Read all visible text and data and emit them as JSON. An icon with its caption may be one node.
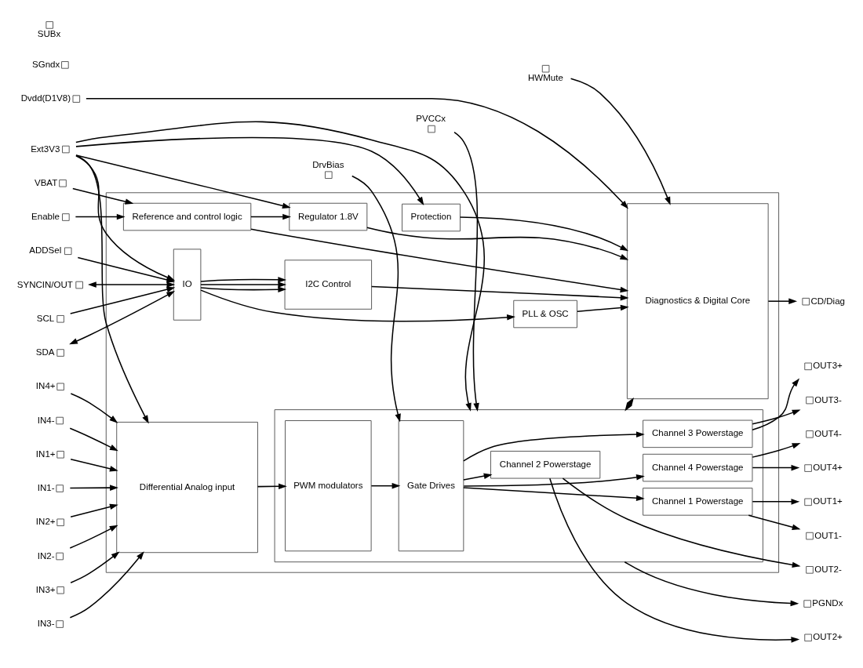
{
  "diagram": {
    "nodes": [
      {
        "text": [],
        "shape": "box"
      },
      {
        "text": [],
        "shape": "box",
        "in": 0
      },
      {
        "text": [
          "Differential Analog input"
        ],
        "in": 0
      },
      {
        "text": [
          "PWM modulators"
        ],
        "in": 1
      },
      {
        "text": [
          "Gate Drives"
        ],
        "in": 1
      },
      {
        "text": [
          "Channel 1 Powerstage"
        ],
        "in": 1
      },
      {
        "text": [
          "Channel 2 Powerstage"
        ],
        "in": 1
      },
      {
        "text": [
          "Channel 3 Powerstage"
        ],
        "in": 1
      },
      {
        "text": [
          "Channel 4 Powerstage"
        ],
        "in": 1
      },
      {
        "text": [
          "Reference and control logic"
        ],
        "in": 0
      },
      {
        "text": [
          "Protection"
        ],
        "in": 0
      },
      {
        "text": [
          "Regulator 1.8V"
        ],
        "in": 0
      },
      {
        "text": [
          "Diagnostics & Digital Core"
        ],
        "in": 0
      },
      {
        "text": [
          "PLL & OSC"
        ],
        "in": 0
      },
      {
        "text": [
          "IO"
        ],
        "in": 0
      },
      {
        "text": [
          "I2C Control"
        ],
        "in": 0
      },
      {
        "text": [
          "SGndx"
        ]
      },
      {
        "text": [
          "IN1+"
        ]
      },
      {
        "text": [
          "IN1-"
        ]
      },
      {
        "text": [
          "IN2+"
        ]
      },
      {
        "text": [
          "IN2-"
        ]
      },
      {
        "text": [
          "IN3+"
        ]
      },
      {
        "text": [
          "IN3-"
        ]
      },
      {
        "text": [
          "IN4+"
        ]
      },
      {
        "text": [
          "IN4-"
        ]
      },
      {
        "text": [
          "VBAT"
        ]
      },
      {
        "text": [
          "Enable"
        ]
      },
      {
        "text": [
          "Ext3V3"
        ]
      },
      {
        "text": [
          "Dvdd(D1V8)"
        ]
      },
      {
        "text": [
          "SYNCIN/OUT"
        ]
      },
      {
        "text": [
          "SCL"
        ]
      },
      {
        "text": [
          "SDA"
        ]
      },
      {
        "text": [
          "ADDSel"
        ]
      },
      {
        "text": [
          "DrvBias"
        ]
      },
      {
        "text": [
          "PVCCx"
        ]
      },
      {
        "text": [
          "OUT1+"
        ]
      },
      {
        "text": [
          "OUT1-"
        ]
      },
      {
        "text": [
          "OUT2+"
        ]
      },
      {
        "text": [
          "OUT2-"
        ]
      },
      {
        "text": [
          "OUT3+"
        ]
      },
      {
        "text": [
          "OUT3-"
        ]
      },
      {
        "text": [
          "OUT4+"
        ]
      },
      {
        "text": [
          "OUT4-"
        ]
      },
      {
        "text": [
          "PGNDx"
        ]
      },
      {
        "text": [
          "CD/Diag"
        ]
      },
      {
        "text": [
          "SUBx"
        ]
      },
      {
        "text": [
          "HWMute"
        ]
      }
    ],
    "edges": [
      {
        "from": 17,
        "to": 2,
        "arrow": "to"
      },
      {
        "from": 18,
        "to": 2,
        "arrow": "to"
      },
      {
        "from": 19,
        "to": 2,
        "arrow": "to"
      },
      {
        "from": 20,
        "to": 2,
        "arrow": "to"
      },
      {
        "from": 21,
        "to": 2,
        "arrow": "to"
      },
      {
        "from": 22,
        "to": 2,
        "arrow": "to"
      },
      {
        "from": 23,
        "to": 2,
        "arrow": "to"
      },
      {
        "from": 24,
        "to": 2,
        "arrow": "to"
      },
      {
        "from": 2,
        "to": 3,
        "arrow": "to"
      },
      {
        "from": 3,
        "to": 4,
        "arrow": "to"
      },
      {
        "from": 33,
        "to": 4,
        "arrow": "to"
      },
      {
        "from": 34,
        "to": 1,
        "arrow": "to"
      },
      {
        "from": 4,
        "to": 5,
        "arrow": "to"
      },
      {
        "from": 4,
        "to": 6,
        "arrow": "to"
      },
      {
        "from": 4,
        "to": 7,
        "arrow": "to"
      },
      {
        "from": 4,
        "to": 8,
        "arrow": "to"
      },
      {
        "from": 5,
        "to": 35,
        "arrow": "to"
      },
      {
        "from": 5,
        "to": 36,
        "arrow": "to"
      },
      {
        "from": 6,
        "to": 37,
        "arrow": "to"
      },
      {
        "from": 6,
        "to": 38,
        "arrow": "to"
      },
      {
        "from": 7,
        "to": 39,
        "arrow": "to"
      },
      {
        "from": 7,
        "to": 40,
        "arrow": "to"
      },
      {
        "from": 8,
        "to": 41,
        "arrow": "to"
      },
      {
        "from": 8,
        "to": 42,
        "arrow": "to"
      },
      {
        "from": 1,
        "to": 43,
        "arrow": "to"
      },
      {
        "from": 1,
        "to": 12,
        "arrow": "both"
      },
      {
        "from": 25,
        "to": 9,
        "arrow": "to"
      },
      {
        "from": 26,
        "to": 9,
        "arrow": "to"
      },
      {
        "from": 9,
        "to": 12,
        "arrow": "to"
      },
      {
        "from": 9,
        "to": 11,
        "arrow": "to"
      },
      {
        "from": 27,
        "to": 2,
        "arrow": "to"
      },
      {
        "from": 27,
        "to": 10,
        "arrow": "to"
      },
      {
        "from": 27,
        "to": 1,
        "arrow": "to"
      },
      {
        "from": 27,
        "to": 11,
        "arrow": "to"
      },
      {
        "from": 27,
        "to": 14,
        "arrow": "to"
      },
      {
        "from": 10,
        "to": 12,
        "arrow": "to"
      },
      {
        "from": 11,
        "to": 12,
        "arrow": "to"
      },
      {
        "from": 28,
        "to": 12,
        "arrow": "to"
      },
      {
        "from": 29,
        "to": 14,
        "arrow": "both"
      },
      {
        "from": 30,
        "to": 14,
        "arrow": "to"
      },
      {
        "from": 31,
        "to": 14,
        "arrow": "both"
      },
      {
        "from": 32,
        "to": 14,
        "arrow": "to"
      },
      {
        "from": 14,
        "to": 13,
        "arrow": "to"
      },
      {
        "from": 14,
        "to": 15,
        "arrow": "to"
      },
      {
        "from": 14,
        "to": 15,
        "arrow": "to"
      },
      {
        "from": 14,
        "to": 15,
        "arrow": "to"
      },
      {
        "from": 13,
        "to": 12,
        "arrow": "to"
      },
      {
        "from": 15,
        "to": 12,
        "arrow": "to"
      },
      {
        "from": 12,
        "to": 44,
        "arrow": "to"
      },
      {
        "from": 46,
        "to": 12,
        "arrow": "to"
      }
    ]
  }
}
